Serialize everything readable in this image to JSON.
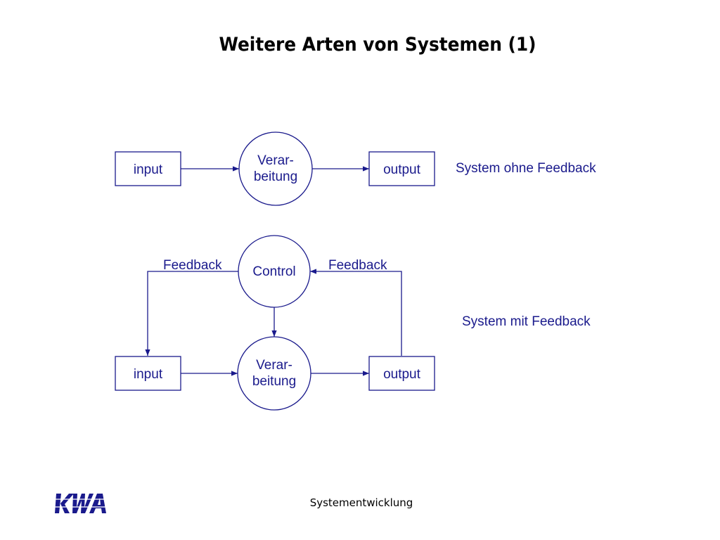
{
  "slide": {
    "title": "Weitere Arten von Systemen (1)",
    "footer": "Systementwicklung"
  },
  "logo": {
    "icon": "kwa-logo",
    "text": "KWA"
  },
  "diagram1": {
    "input": "input",
    "process_line1": "Verar-",
    "process_line2": "beitung",
    "output": "output",
    "caption": "System ohne Feedback"
  },
  "diagram2": {
    "feedback_left": "Feedback",
    "control": "Control",
    "feedback_right": "Feedback",
    "input": "input",
    "process_line1": "Verar-",
    "process_line2": "beitung",
    "output": "output",
    "caption": "System mit Feedback"
  },
  "colors": {
    "stroke": "#1a1a8c",
    "text": "#1a1a8c",
    "title": "#000000"
  }
}
